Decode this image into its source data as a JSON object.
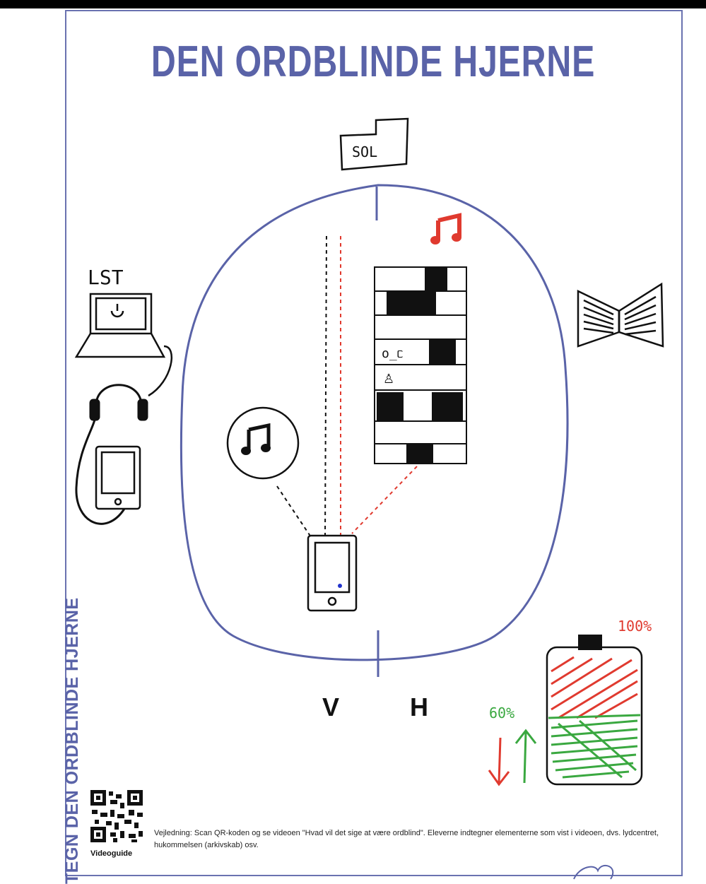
{
  "title": "DEN ORDBLINDE HJERNE",
  "side_title": "TEGN DEN ORDBLINDE HJERNE",
  "labels": {
    "sol": "SOL",
    "lst": "LST",
    "left": "V",
    "right": "H",
    "percent_full": "100%",
    "percent_partial": "60%"
  },
  "footer": {
    "qr_label": "Videoguide",
    "instructions": "Vejledning: Scan QR-koden og se videoen \"Hvad vil det sige at være ordblind\". Eleverne indtegner elementerne som vist i videoen, dvs. lydcentret, hukommelsen (arkivskab) osv."
  },
  "icons": [
    "sol-sign-icon",
    "laptop-icon",
    "headphones-icon",
    "tablet-icon",
    "music-note-icon",
    "filing-cabinet-icon",
    "open-book-icon",
    "phone-icon",
    "battery-icon",
    "arrow-down-icon",
    "arrow-up-icon",
    "qr-code-icon"
  ],
  "colors": {
    "title": "#5a63a8",
    "brain_outline": "#5a63a8",
    "red": "#e03a2f",
    "green": "#3aa840",
    "ink": "#111111"
  }
}
